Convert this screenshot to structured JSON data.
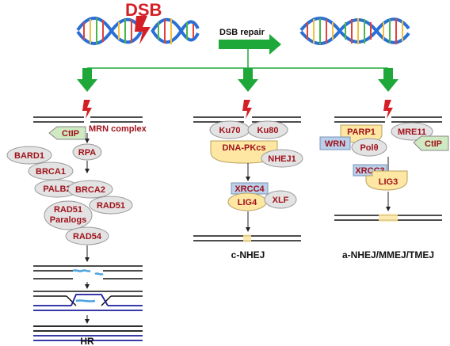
{
  "top": {
    "dsb_label": "DSB",
    "repair_label": "DSB repair"
  },
  "hr": {
    "mrn": "MRN complex",
    "ctip": "CtIP",
    "rpa": "RPA",
    "bard1": "BARD1",
    "brca1": "BRCA1",
    "palb2": "PALB2",
    "brca2": "BRCA2",
    "rad51": "RAD51",
    "rad51_paralogs_1": "RAD51",
    "rad51_paralogs_2": "Paralogs",
    "rad54": "RAD54",
    "title": "HR"
  },
  "cnhej": {
    "ku70": "Ku70",
    "ku80": "Ku80",
    "dnapkcs": "DNA-PKcs",
    "nhej1": "NHEJ1",
    "xrcc4": "XRCC4",
    "lig4": "LIG4",
    "xlf": "XLF",
    "title": "c-NHEJ"
  },
  "anhej": {
    "parp1": "PARP1",
    "mre11": "MRE11",
    "wrn": "WRN",
    "polq": "Polθ",
    "ctip": "CtIP",
    "xrcc3": "XRCC3",
    "lig3": "LIG3",
    "title": "a-NHEJ/MMEJ/TMEJ"
  },
  "colors": {
    "protein_grey": "#e3e3e3",
    "protein_yellow": "#fde7a2",
    "protein_blue": "#b9cfea",
    "protein_green": "#cfe9c2",
    "label_red": "#a0121b",
    "arrow_green": "#1ea83a",
    "strand_blue": "#1d1d9e"
  },
  "icons": [
    "dna-helix-icon",
    "lightning-bolt-icon",
    "green-arrow-icon"
  ]
}
